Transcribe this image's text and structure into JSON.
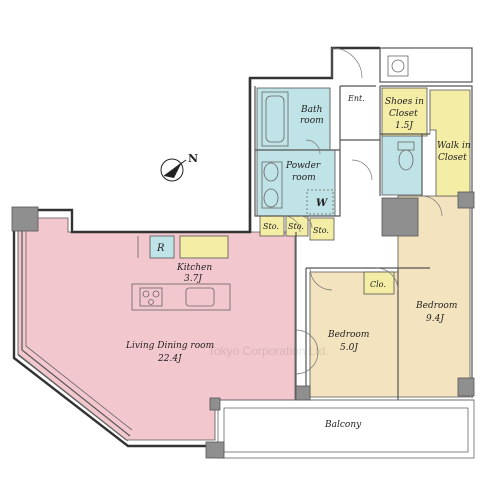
{
  "labels": {
    "bath": [
      "Bath",
      "room"
    ],
    "entrance": "Ent.",
    "shoes": [
      "Shoes in",
      "Closet",
      "1.5J"
    ],
    "walkin": [
      "Walk in",
      "Closet"
    ],
    "powder": [
      "Powder",
      "room"
    ],
    "washer": "W",
    "storage": "Sto.",
    "fridge": "R",
    "kitchen": [
      "Kitchen",
      "3.7J"
    ],
    "closet": "Clo.",
    "bedroom_large": [
      "Bedroom",
      "9.4J"
    ],
    "bedroom_small": [
      "Bedroom",
      "5.0J"
    ],
    "living": [
      "Living Dining room",
      "22.4J"
    ],
    "balcony": "Balcony",
    "north": "N",
    "watermark": "Tokyo Corporation Ltd."
  },
  "colors": {
    "living": "#f2c7cd",
    "bedroom": "#f4e3bf",
    "wet": "#bfe3e6",
    "closet": "#f4eda6",
    "storage": "#f4eda6",
    "pillar": "#8f8f8f",
    "wall": "#555555"
  }
}
